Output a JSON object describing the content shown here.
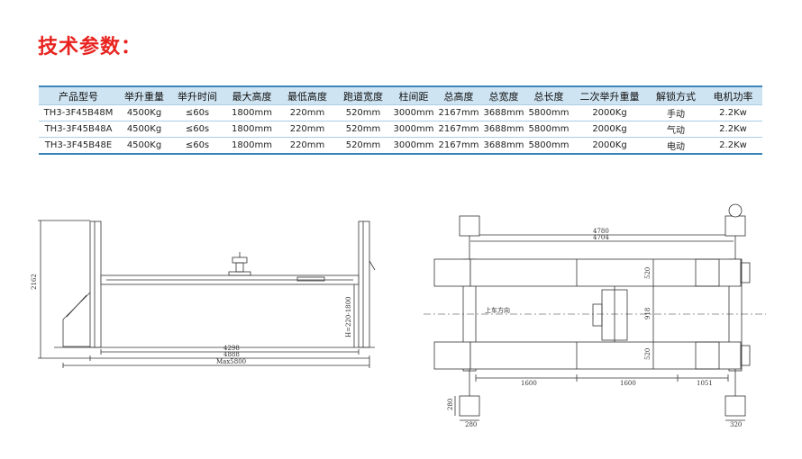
{
  "title": "技术参数：",
  "table": {
    "headers": [
      "产品型号",
      "举升重量",
      "举升时间",
      "最大高度",
      "最低高度",
      "跑道宽度",
      "柱间距",
      "总高度",
      "总宽度",
      "总长度",
      "二次举升重量",
      "解锁方式",
      "电机功率"
    ],
    "rows": [
      [
        "TH3-3F45B48M",
        "4500Kg",
        "≤60s",
        "1800mm",
        "220mm",
        "520mm",
        "3000mm",
        "2167mm",
        "3688mm",
        "5800mm",
        "2000Kg",
        "手动",
        "2.2Kw"
      ],
      [
        "TH3-3F45B48A",
        "4500Kg",
        "≤60s",
        "1800mm",
        "220mm",
        "520mm",
        "3000mm",
        "2167mm",
        "3688mm",
        "5800mm",
        "2000Kg",
        "气动",
        "2.2Kw"
      ],
      [
        "TH3-3F45B48E",
        "4500Kg",
        "≤60s",
        "1800mm",
        "220mm",
        "520mm",
        "3000mm",
        "2167mm",
        "3688mm",
        "5800mm",
        "2000Kg",
        "电动",
        "2.2Kw"
      ]
    ]
  },
  "front_view": {
    "height_dim": "2162",
    "lift_range_dim": "H=220-1800",
    "dim_inner": "4298",
    "dim_middle": "4888",
    "dim_outer": "Max5800"
  },
  "top_view": {
    "dim_top_1": "4780",
    "dim_top_2": "4704",
    "dim_right_1": "520",
    "dim_right_2": "918",
    "dim_right_3": "520",
    "dim_bottom_1": "1600",
    "dim_bottom_2": "1600",
    "dim_bottom_3": "1051",
    "dim_post_left": "280",
    "dim_post_bottom": "280",
    "dim_post_right": "320",
    "center_label": "上车方向"
  }
}
